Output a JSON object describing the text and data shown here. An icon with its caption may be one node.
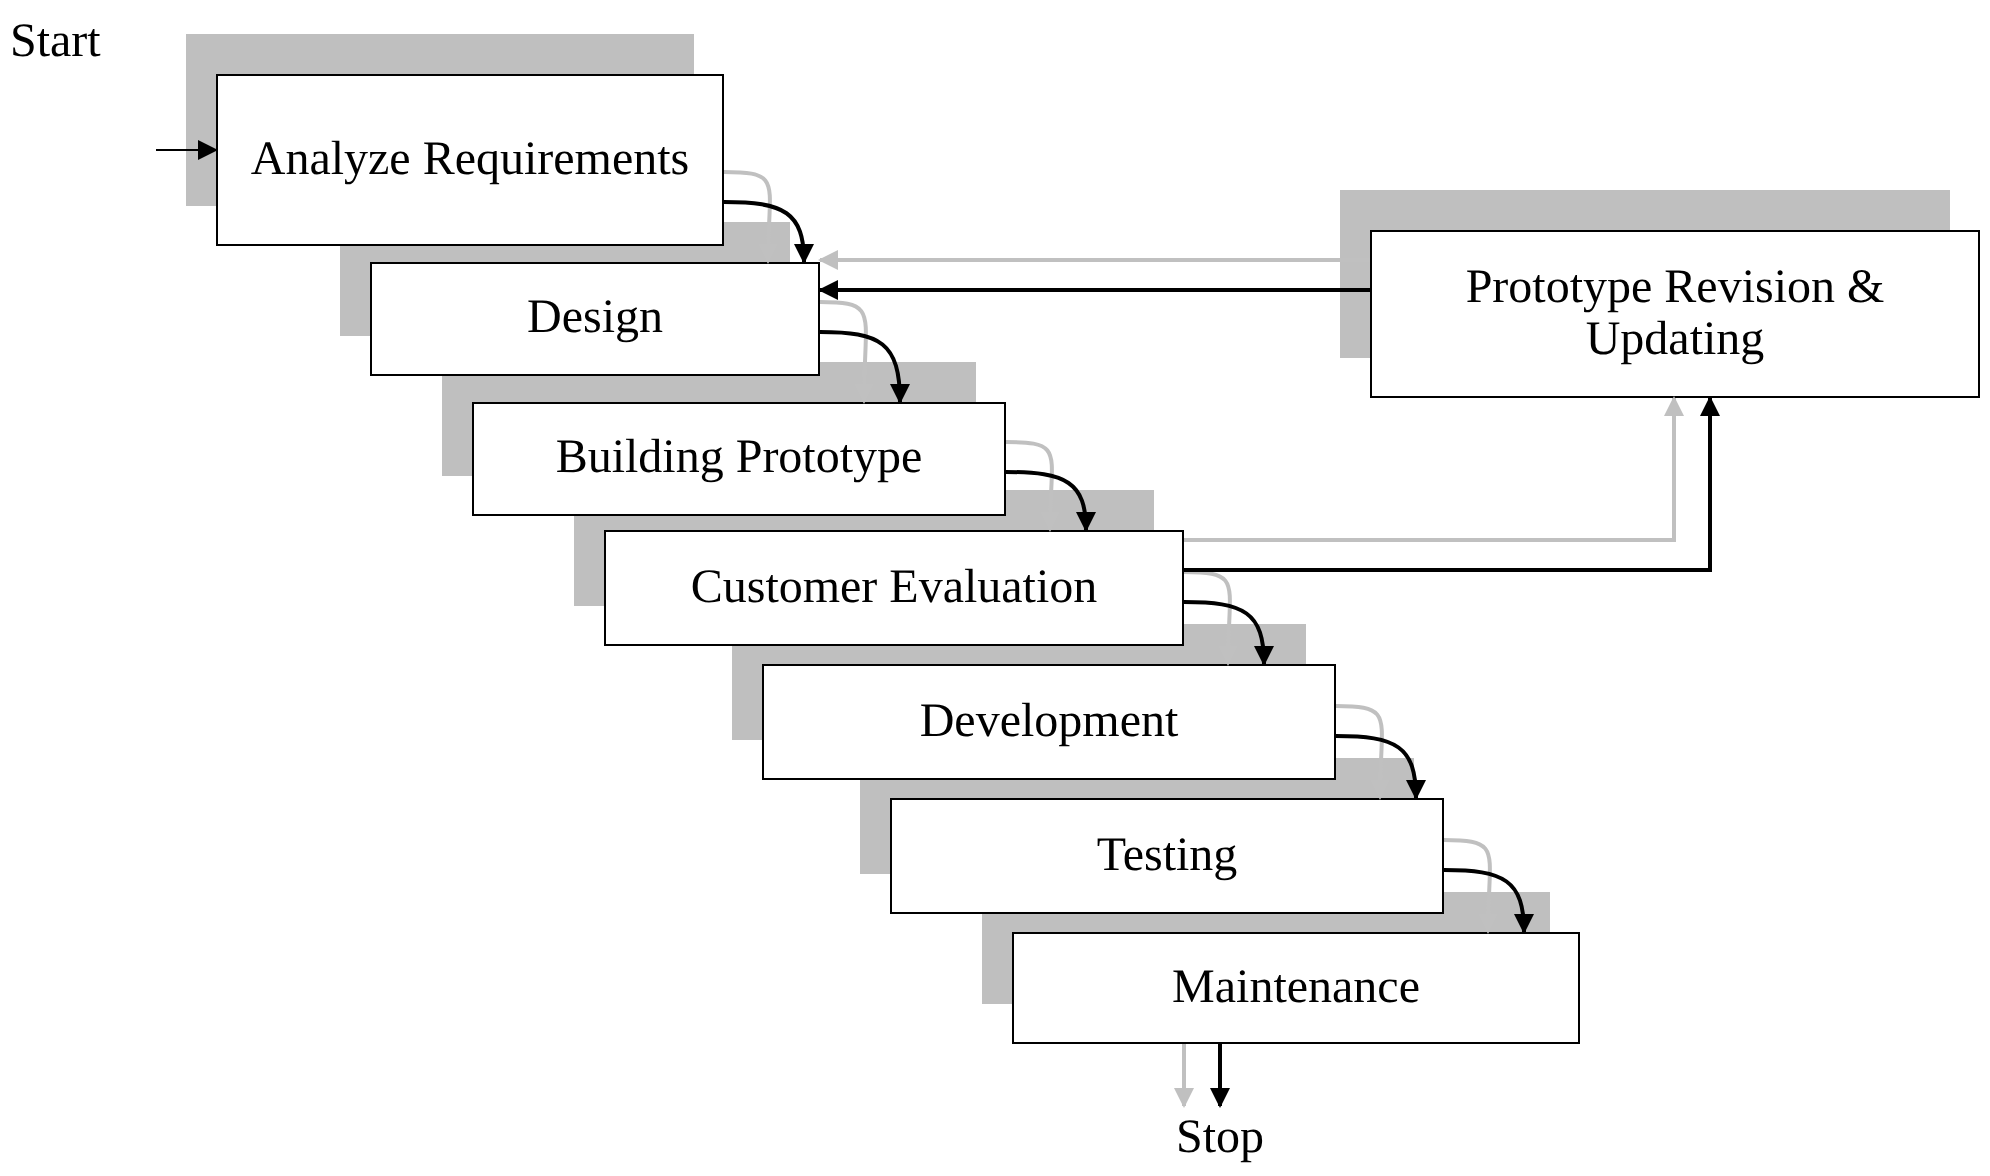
{
  "diagram": {
    "nodes": [
      {
        "text": [
          "Analyze Requirements"
        ]
      },
      {
        "text": [
          "Design"
        ]
      },
      {
        "text": [
          "Building Prototype"
        ]
      },
      {
        "text": [
          "Customer Evaluation"
        ]
      },
      {
        "text": [
          "Development"
        ]
      },
      {
        "text": [
          "Testing"
        ]
      },
      {
        "text": [
          "Maintenance"
        ]
      },
      {
        "text": [
          "Prototype Revision & Updating"
        ]
      },
      {
        "text": [
          "Stop"
        ]
      }
    ],
    "edges": [
      {
        "from": null,
        "to": 0,
        "arrow": "to"
      },
      {
        "from": 0,
        "to": 1,
        "arrow": "to"
      },
      {
        "from": 1,
        "to": 2,
        "arrow": "to"
      },
      {
        "from": 2,
        "to": 3,
        "arrow": "to"
      },
      {
        "from": 3,
        "to": 4,
        "arrow": "to"
      },
      {
        "from": 4,
        "to": 5,
        "arrow": "to"
      },
      {
        "from": 5,
        "to": 6,
        "arrow": "to"
      },
      {
        "from": 3,
        "to": 7,
        "arrow": "to"
      },
      {
        "from": 7,
        "to": 1,
        "arrow": "to"
      },
      {
        "from": 6,
        "to": 8,
        "arrow": "to"
      },
      {
        "from": 0,
        "to": 1,
        "arrow": "to",
        "color": "#c0c0c0"
      },
      {
        "from": 1,
        "to": 2,
        "arrow": "to",
        "color": "#c0c0c0"
      },
      {
        "from": 2,
        "to": 3,
        "arrow": "to",
        "color": "#c0c0c0"
      },
      {
        "from": 3,
        "to": 4,
        "arrow": "to",
        "color": "#c0c0c0"
      },
      {
        "from": 4,
        "to": 5,
        "arrow": "to",
        "color": "#c0c0c0"
      },
      {
        "from": 5,
        "to": 6,
        "arrow": "to",
        "color": "#c0c0c0"
      },
      {
        "from": 3,
        "to": 7,
        "arrow": "to",
        "color": "#c0c0c0"
      },
      {
        "from": 7,
        "to": 1,
        "arrow": "to",
        "color": "#c0c0c0"
      },
      {
        "from": 6,
        "to": 8,
        "arrow": "to",
        "color": "#c0c0c0"
      }
    ],
    "labels": [
      "Start"
    ]
  }
}
